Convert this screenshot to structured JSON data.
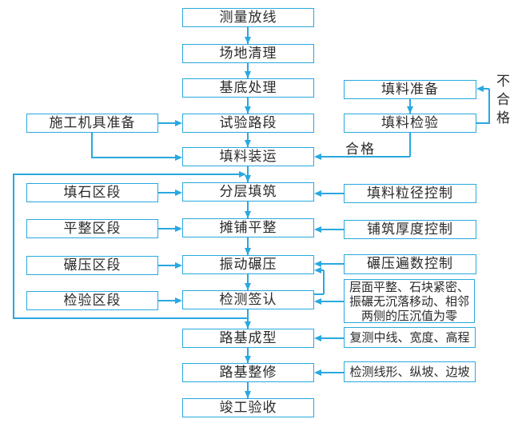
{
  "diagram": {
    "colors": {
      "accent": "#29a8e0",
      "text": "#2a2a2a",
      "background": "#ffffff"
    },
    "nodes": {
      "survey_layout": {
        "label": "测量放线"
      },
      "site_clearing": {
        "label": "场地清理"
      },
      "base_treatment": {
        "label": "基底处理"
      },
      "trial_section": {
        "label": "试验路段"
      },
      "fill_transport": {
        "label": "填料装运"
      },
      "layered_filling": {
        "label": "分层填筑"
      },
      "spreading_leveling": {
        "label": "摊铺平整"
      },
      "vibratory_rolling": {
        "label": "振动碾压"
      },
      "inspection_signoff": {
        "label": "检测签认"
      },
      "subgrade_formed": {
        "label": "路基成型"
      },
      "subgrade_finishing": {
        "label": "路基整修"
      },
      "completion_acceptance": {
        "label": "竣工验收"
      },
      "equipment_preparation": {
        "label": "施工机具准备"
      },
      "rockfill_section": {
        "label": "填石区段"
      },
      "leveling_section": {
        "label": "平整区段"
      },
      "rolling_section": {
        "label": "碾压区段"
      },
      "inspection_section": {
        "label": "检验区段"
      },
      "fill_preparation": {
        "label": "填料准备"
      },
      "fill_inspection": {
        "label": "填料检验"
      },
      "particle_size_control": {
        "label": "填料粒径控制"
      },
      "thickness_control": {
        "label": "铺筑厚度控制"
      },
      "rolling_passes_control": {
        "label": "碾压遍数控制"
      },
      "quality_criteria": {
        "label": "层面平整、石块紧密、\n振碾无沉落移动、相邻\n两侧的压沉值为零"
      },
      "resurvey_check": {
        "label": "复测中线、宽度、高程"
      },
      "alignment_check": {
        "label": "检测线形、纵坡、边坡"
      }
    },
    "edge_labels": {
      "pass": "合格",
      "fail": "不合格"
    }
  }
}
